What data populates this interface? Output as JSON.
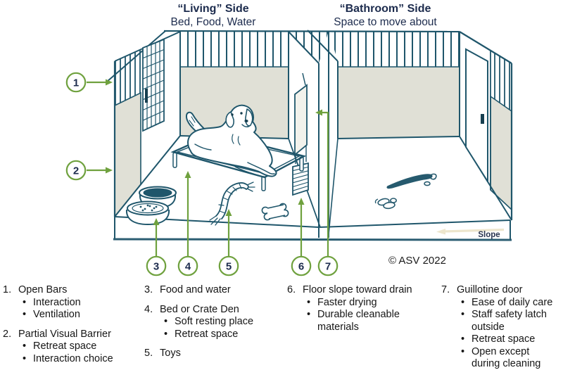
{
  "header": {
    "living": {
      "title": "“Living” Side",
      "subtitle": "Bed, Food, Water"
    },
    "bathroom": {
      "title": "“Bathroom” Side",
      "subtitle": "Space to move about"
    }
  },
  "diagram": {
    "callouts": [
      "1",
      "2",
      "3",
      "4",
      "5",
      "6",
      "7"
    ],
    "slope_label": "Slope",
    "copyright": "© ASV 2022"
  },
  "legend": {
    "columns": [
      {
        "items": [
          {
            "num": "1.",
            "title": "Open Bars",
            "bullets": [
              "Interaction",
              "Ventilation"
            ]
          },
          {
            "num": "2.",
            "title": "Partial Visual Barrier",
            "bullets": [
              "Retreat space",
              "Interaction choice"
            ]
          }
        ]
      },
      {
        "items": [
          {
            "num": "3.",
            "title": "Food and water",
            "bullets": []
          },
          {
            "num": "4.",
            "title": "Bed or Crate Den",
            "bullets": [
              "Soft resting place",
              "Retreat space"
            ]
          },
          {
            "num": "5.",
            "title": "Toys",
            "bullets": []
          }
        ]
      },
      {
        "items": [
          {
            "num": "6.",
            "title": "Floor slope toward drain",
            "bullets": [
              "Faster drying",
              "Durable cleanable materials"
            ]
          }
        ]
      },
      {
        "items": [
          {
            "num": "7.",
            "title": "Guillotine door",
            "bullets": [
              "Ease of daily care",
              "Staff safety latch outside",
              "Retreat space",
              "Open except during cleaning"
            ]
          }
        ]
      }
    ]
  },
  "colors": {
    "accent_green": "#6fa13e",
    "line_teal": "#1f566b",
    "panel_gray": "#e0e0d6",
    "text_navy": "#1c2b4d",
    "legend_text": "#161616",
    "slope_arrow_cream": "#ede6cd"
  }
}
